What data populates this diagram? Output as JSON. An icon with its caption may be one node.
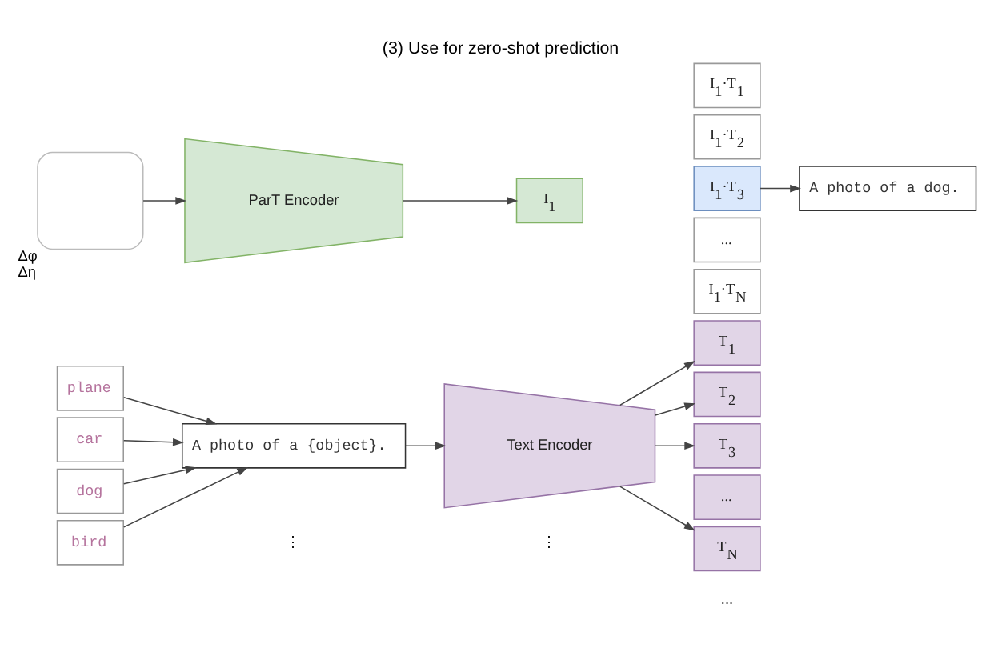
{
  "diagram": {
    "title": "(3) Use for zero-shot prediction",
    "nodes": [
      {
        "text": [
          "plane"
        ]
      },
      {
        "text": [
          "car"
        ]
      },
      {
        "text": [
          "dog"
        ]
      },
      {
        "text": [
          "bird"
        ]
      },
      {
        "text": [
          "A photo of a {object}."
        ]
      },
      {
        "text": [
          "Text Encoder"
        ]
      },
      {
        "text": [
          "T$_{1}$"
        ]
      },
      {
        "text": [
          "T$_{2}$"
        ]
      },
      {
        "text": [
          "T$_{3}$"
        ]
      },
      {
        "text": [
          "..."
        ]
      },
      {
        "text": [
          "T$_{N}$"
        ]
      },
      {
        "text": [],
        "shape": "box",
        "beside": [
          "Δφ",
          "Δη"
        ]
      },
      {
        "text": [
          "ParT Encoder"
        ]
      },
      {
        "text": [
          "I$_{1}$"
        ]
      },
      {
        "text": [
          "I$_{1}$·T$_{1}$"
        ]
      },
      {
        "text": [
          "I$_{1}$·T$_{2}$"
        ]
      },
      {
        "text": [
          "I$_{1}$·T$_{3}$"
        ]
      },
      {
        "text": [
          "..."
        ]
      },
      {
        "text": [
          "I$_{1}$·T$_{N}$"
        ]
      },
      {
        "text": [
          "A photo of a dog."
        ]
      }
    ],
    "edges": [
      {
        "from": 0,
        "to": 4,
        "arrow": "to"
      },
      {
        "from": 1,
        "to": 4,
        "arrow": "to"
      },
      {
        "from": 2,
        "to": 4,
        "arrow": "to"
      },
      {
        "from": 3,
        "to": 4,
        "arrow": "to"
      },
      {
        "from": 4,
        "to": 5,
        "arrow": "to"
      },
      {
        "from": 5,
        "to": 6,
        "arrow": "to"
      },
      {
        "from": 5,
        "to": 7,
        "arrow": "to"
      },
      {
        "from": 5,
        "to": 8,
        "arrow": "to"
      },
      {
        "from": 5,
        "to": 10,
        "arrow": "to"
      },
      {
        "from": 11,
        "to": 12,
        "arrow": "to"
      },
      {
        "from": 12,
        "to": 13,
        "arrow": "to"
      },
      {
        "from": 16,
        "to": 19,
        "arrow": "to"
      }
    ],
    "labels": [
      "⋮",
      "⋮",
      "..."
    ]
  }
}
